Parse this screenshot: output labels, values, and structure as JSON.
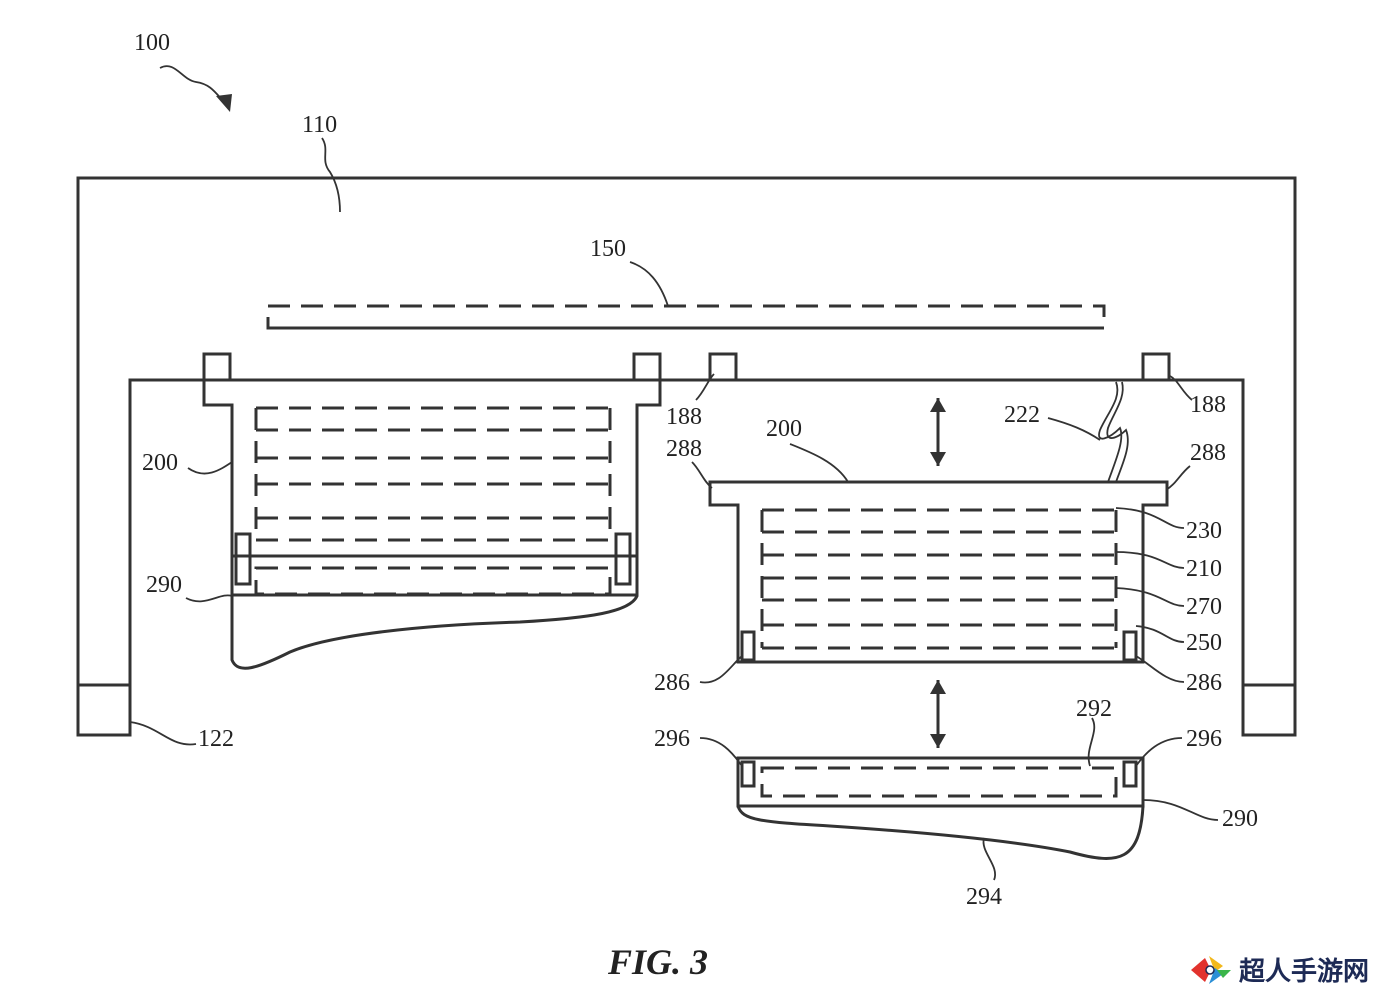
{
  "figure": {
    "caption": "FIG. 3",
    "labels": {
      "l100": "100",
      "l110": "110",
      "l150": "150",
      "l188a": "188",
      "l188b": "188",
      "l200a": "200",
      "l200b": "200",
      "l222": "222",
      "l288a": "288",
      "l288b": "288",
      "l230": "230",
      "l210": "210",
      "l270": "270",
      "l250": "250",
      "l290a": "290",
      "l290b": "290",
      "l286a": "286",
      "l286b": "286",
      "l122": "122",
      "l292": "292",
      "l296a": "296",
      "l296b": "296",
      "l294": "294"
    }
  },
  "watermark": {
    "text": "超人手游网"
  }
}
